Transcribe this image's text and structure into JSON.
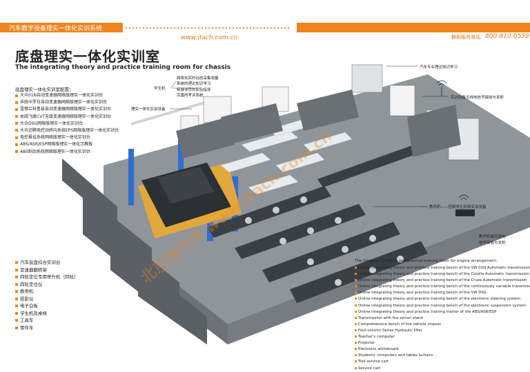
{
  "header": {
    "banner_text": "汽车教学设备理实一体化实训系统",
    "website": "www.itach.com.cn",
    "hotline_label": "舞剧服务电话：",
    "phone": "800-810-0559"
  },
  "title": {
    "cn": "底盘理实一体化实训室",
    "en": "The integrating theory and practice training room for chassis"
  },
  "config": {
    "heading": "底盘理实一体化实训室配置：",
    "items": [
      "大众01N自动变速器网络版理实一体化实训台",
      "丰田卡罗拉自动变速器网络版理实一体化实训台",
      "雪佛兰科鲁兹自动变速器网络版理实一体化实训台",
      "本田飞度CVT无级变速器网络版理实一体化实训台",
      "大众DSG网络版理实一体化实训台",
      "大众迈腾电控动转向系统EPS网络版理实一体化实训台",
      "电控悬挂系统网络版理实一体化实训台",
      "ABS/ASR/ESP网络版理实一体化示教板",
      "ABS制动系统网络版理实一体化实训台"
    ]
  },
  "equipment": {
    "items": [
      "汽车底盘综合实训台",
      "变速器翻转架",
      "四轮定位专用举升机（四柱）",
      "四轮定位仪",
      "教师机",
      "投影仪",
      "电子白板",
      "学生机及桌椅",
      "工具车",
      "零件车"
    ]
  },
  "callouts": {
    "student_label": "学生机",
    "student_functions": [
      "网络化实时动态采集测量",
      "系统的理论知识学习",
      "标准详尽的实验指导",
      "完善的考评系统"
    ],
    "bench_label": "理实一体化实训设备",
    "knowledge": "汽车专业理论知识学习",
    "wireless": "实训设备无线电信号接收与发射",
    "teacher": "教师机——控制学生机和实训设备",
    "router": [
      "教师机端无线电",
      "信号接收与发射"
    ]
  },
  "english_list": {
    "heading": "The integrating theory and practice training room for engine arrangement:",
    "items": [
      "Online integrating theory and practice training bench of the VW 01N Automatic transmission",
      "Online integrating theory and practice training bench of the Corolla Automatic transmission",
      "Online integrating theory and practice training bench of the Cruze Automatic transmission",
      "Online integrating theory and practice training bench of the continuously variable transmission",
      "Online integrating theory and practice training bench of the VW DSG",
      "Online integrating theory and practice training bench of the electronic steering system",
      "Online integrating theory and practice training bench of the electronic suspension system",
      "Online integrating theory and practice training trainer of the ABS/ASR/ESP",
      "Transmission with the swivel stand",
      "Comprehensive bench of the vehicle chassis",
      "Four-column Series Hydraulic lifter",
      "Teacher's computer",
      "Projector",
      "Electronic whiteboard",
      "Students' computers and tables &chairs",
      "Tool-service cart",
      "Service cart"
    ]
  },
  "watermark": "北京博中伟 www.itach.com.cn",
  "colors": {
    "accent": "#f0841e",
    "floor": "#9aa1a6",
    "lift": "#2f6fd0"
  }
}
